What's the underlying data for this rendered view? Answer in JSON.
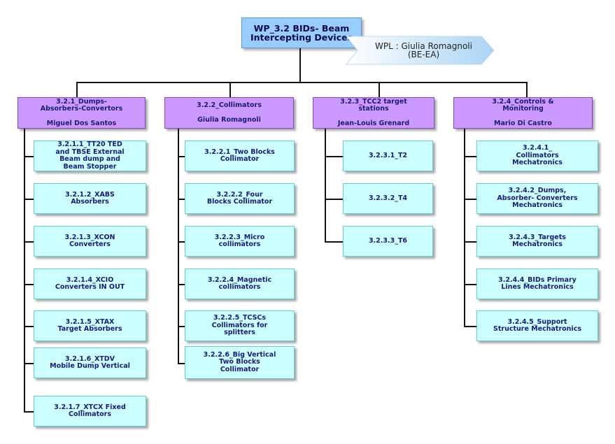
{
  "root": {
    "title_line1": "WP_3.2 BIDs- Beam",
    "title_line2": "Intercepting Devices"
  },
  "wpl": {
    "line1": "WPL : Giulia Romagnoli",
    "line2": "(BE-EA)"
  },
  "branches": [
    {
      "title": [
        "3.2.1_Dumps-",
        "Absorbers-Convertors"
      ],
      "lead": "Miguel Dos Santos",
      "items": [
        [
          "3.2.1.1_TT20 TED",
          "and TBSE External",
          "Beam dump and",
          "Beam Stopper"
        ],
        [
          "3.2.1.2_XABS",
          "Absorbers"
        ],
        [
          "3.2.1.3_XCON",
          "Converters"
        ],
        [
          "3.2.1.4_XCIO",
          "Converters IN OUT"
        ],
        [
          "3.2.1.5_XTAX",
          "Target Absorbers"
        ],
        [
          "3.2.1.6_XTDV",
          "Mobile Dump Vertical"
        ],
        [
          "3.2.1.7_XTCX Fixed",
          "Collimators"
        ]
      ]
    },
    {
      "title": [
        "3.2.2_Collimators"
      ],
      "lead": "Giulia Romagnoli",
      "items": [
        [
          "3.2.2.1_Two Blocks",
          "Collimator"
        ],
        [
          "3.2.2.2_Four",
          "Blocks Collimator"
        ],
        [
          "3.2.2.3_Micro",
          "collimators"
        ],
        [
          "3.2.2.4_Magnetic",
          "collimators"
        ],
        [
          "3.2.2.5_TCSCs",
          "Collimators for",
          "splitters"
        ],
        [
          "3.2.2.6_Big Vertical",
          "Two Blocks",
          "Collimator"
        ]
      ]
    },
    {
      "title": [
        "3.2.3_TCC2 target",
        "stations"
      ],
      "lead": "Jean-Louis Grenard",
      "items": [
        [
          "3.2.3.1_T2"
        ],
        [
          "3.2.3.2_T4"
        ],
        [
          "3.2.3.3_T6"
        ]
      ]
    },
    {
      "title": [
        "3.2.4_Controls &",
        "Monitoring"
      ],
      "lead": "Mario Di Castro",
      "items": [
        [
          "3.2.4.1_",
          "Collimators",
          "Mechatronics"
        ],
        [
          "3.2.4.2_Dumps,",
          "Absorber- Converters",
          "Mechatronics"
        ],
        [
          "3.2.4.3_Targets",
          "Mechatronics"
        ],
        [
          "3.2.4.4_BIDs Primary",
          "Lines Mechatronics"
        ],
        [
          "3.2.4.5_Support",
          "Structure Mechatronics"
        ]
      ]
    }
  ],
  "colors": {
    "root_fill": "#99ccff",
    "level1_fill": "#cc99ff",
    "level2_fill": "#ccffff",
    "text": "#1a1a7a",
    "connector": "#111111"
  }
}
